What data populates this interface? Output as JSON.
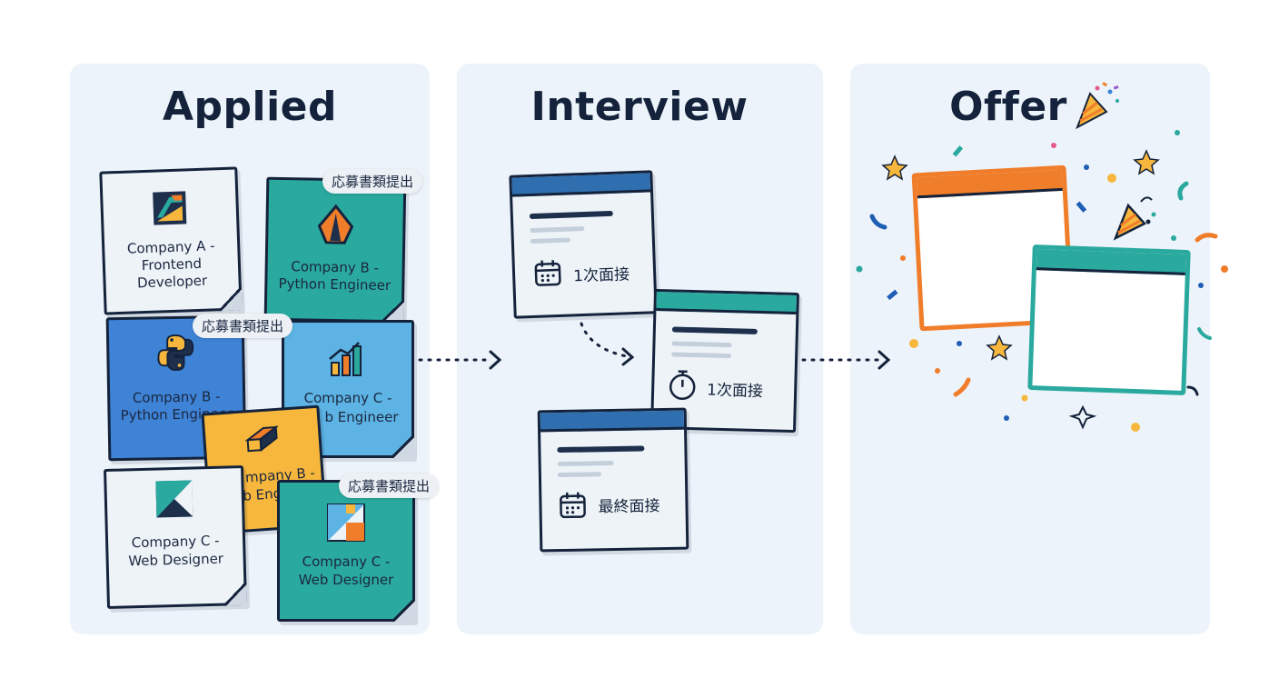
{
  "columns": {
    "applied": {
      "title": "Applied"
    },
    "interview": {
      "title": "Interview"
    },
    "offer": {
      "title": "Offer"
    }
  },
  "applied_cards": [
    {
      "label_l1": "Company A -",
      "label_l2": "Frontend",
      "label_l3": "Developer",
      "color": "#eef3f8"
    },
    {
      "label_l1": "Company B -",
      "label_l2": "Python Engineer",
      "color": "#2aa99f"
    },
    {
      "label_l1": "Company B -",
      "label_l2": "Python Engineer",
      "color": "#3e83d6"
    },
    {
      "label_l1": "Company C -",
      "label_l2": "b Engineer",
      "color": "#5cb3e4"
    },
    {
      "label_l1": "mpany B -",
      "label_l2": "b Engineer",
      "color": "#f6b73c"
    },
    {
      "label_l1": "Company C -",
      "label_l2": "Web Designer",
      "color": "#eef3f8"
    },
    {
      "label_l1": "Company C -",
      "label_l2": "Web Designer",
      "color": "#2aa99f"
    }
  ],
  "status_pills": [
    "応募書類提出",
    "応募書類提出",
    "応募書類提出"
  ],
  "interview_cards": [
    {
      "label": "1次面接",
      "icon": "calendar-icon",
      "bar_color": "#2f6fb0"
    },
    {
      "label": "1次面接",
      "icon": "stopwatch-icon",
      "bar_color": "#2aa99f"
    },
    {
      "label": "最終面接",
      "icon": "calendar-icon",
      "bar_color": "#2f6fb0"
    }
  ],
  "offer_cards": [
    {
      "border_color": "#f07d2a"
    },
    {
      "border_color": "#2aa99f"
    }
  ],
  "colors": {
    "navy": "#14233b",
    "teal": "#2aa99f",
    "blue": "#3e83d6",
    "orange": "#f07d2a",
    "yellow": "#f6b73c",
    "panel": "#edf3fa"
  }
}
